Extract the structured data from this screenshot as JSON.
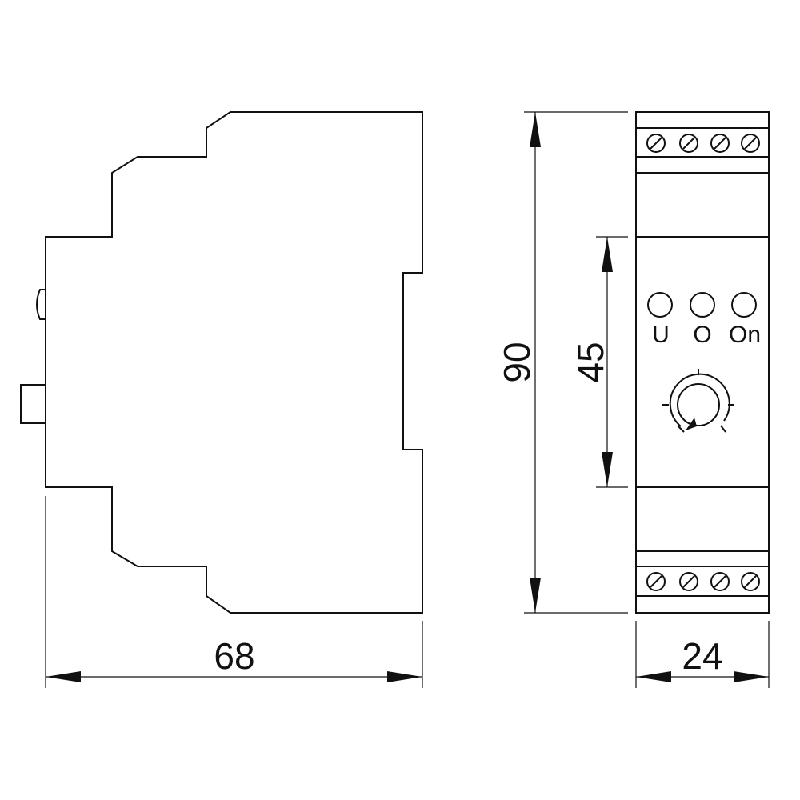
{
  "dimensions": {
    "width_side": "68",
    "height_total": "90",
    "height_front_window": "45",
    "width_front": "24"
  },
  "indicators": {
    "led_1_label": "U",
    "led_2_label": "O",
    "led_3_label": "On"
  },
  "colors": {
    "line": "#111111",
    "background": "#ffffff"
  }
}
